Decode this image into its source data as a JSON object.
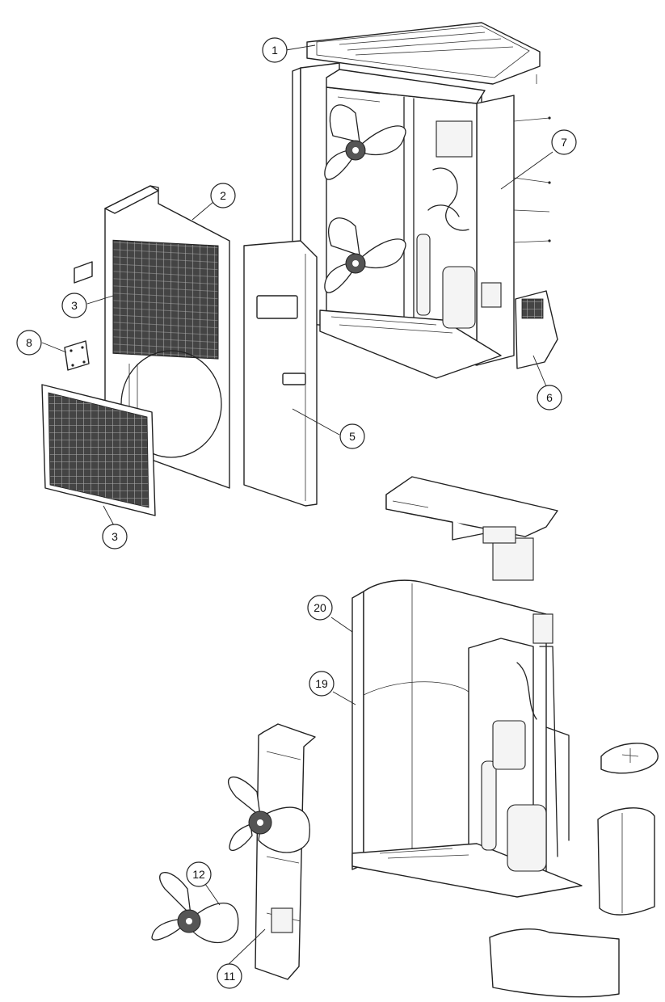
{
  "callouts": [
    {
      "id": "c1",
      "label": "1"
    },
    {
      "id": "c2",
      "label": "2"
    },
    {
      "id": "c3a",
      "label": "3"
    },
    {
      "id": "c3b",
      "label": "3"
    },
    {
      "id": "c5",
      "label": "5"
    },
    {
      "id": "c6",
      "label": "6"
    },
    {
      "id": "c7",
      "label": "7"
    },
    {
      "id": "c8",
      "label": "8"
    },
    {
      "id": "c11",
      "label": "11"
    },
    {
      "id": "c12",
      "label": "12"
    },
    {
      "id": "c19",
      "label": "19"
    },
    {
      "id": "c20",
      "label": "20"
    }
  ]
}
